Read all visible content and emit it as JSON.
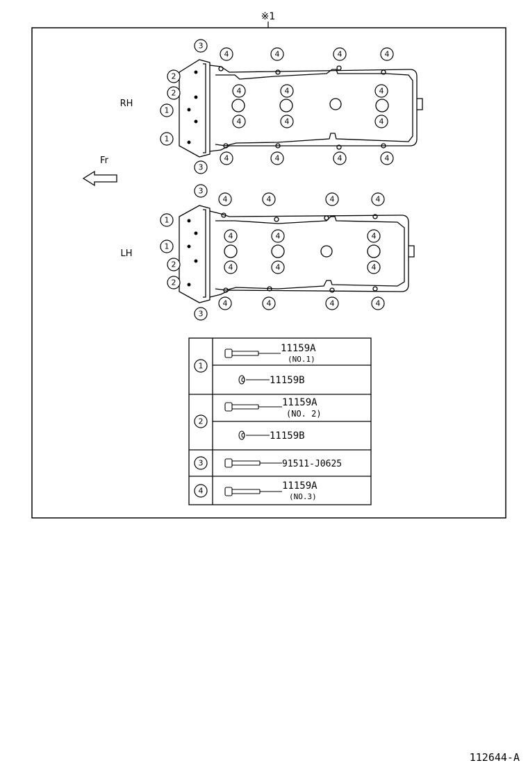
{
  "diagram": {
    "header_mark": "※1",
    "front_label": "Fr",
    "rh_label": "RH",
    "lh_label": "LH",
    "footer_code": "112644-A",
    "callout_numbers": [
      "1",
      "2",
      "3",
      "4"
    ]
  },
  "legend": {
    "rows": [
      {
        "circle": "1",
        "items": [
          {
            "part": "11159A",
            "note": "(NO.1)",
            "kind": "bolt"
          },
          {
            "part": "11159B",
            "note": "",
            "kind": "washer"
          }
        ]
      },
      {
        "circle": "2",
        "items": [
          {
            "part": "11159A",
            "note": "(NO. 2)",
            "kind": "bolt"
          },
          {
            "part": "11159B",
            "note": "",
            "kind": "washer"
          }
        ]
      },
      {
        "circle": "3",
        "items": [
          {
            "part": "91511-J0625",
            "note": "",
            "kind": "bolt"
          }
        ]
      },
      {
        "circle": "4",
        "items": [
          {
            "part": "11159A",
            "note": "(NO.3)",
            "kind": "bolt"
          }
        ]
      }
    ]
  }
}
